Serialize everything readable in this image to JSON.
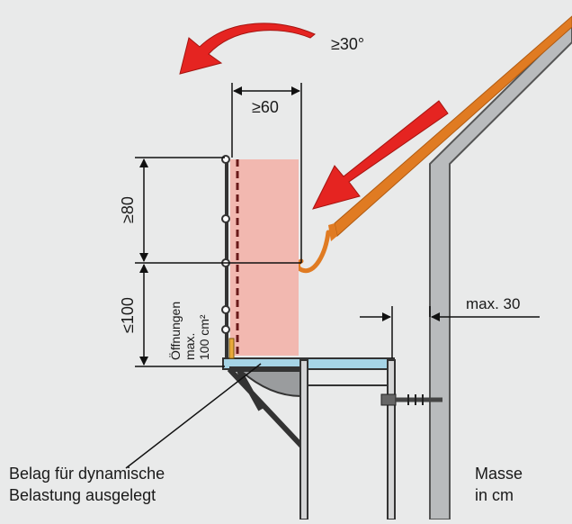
{
  "labels": {
    "angle": "≥30°",
    "width": "≥60",
    "height_upper": "≥80",
    "height_lower": "≤100",
    "openings_line1": "Öffnungen",
    "openings_line2": "max.",
    "openings_line3": "100 cm²",
    "gap": "max. 30",
    "deck_line1": "Belag für dynamische",
    "deck_line2": "Belastung ausgelegt",
    "units_line1": "Masse",
    "units_line2": "in cm"
  },
  "colors": {
    "background": "#e9eaea",
    "arrow": "#e52421",
    "roof": "#e07b22",
    "safety_zone": "#f2b8b0",
    "post": "#333333",
    "wall": "#b9bbbd",
    "deck": "#a6d4e6"
  },
  "icons": {
    "rotation_arrow": "curved-arrow-icon",
    "fall_arrow": "straight-arrow-icon"
  }
}
